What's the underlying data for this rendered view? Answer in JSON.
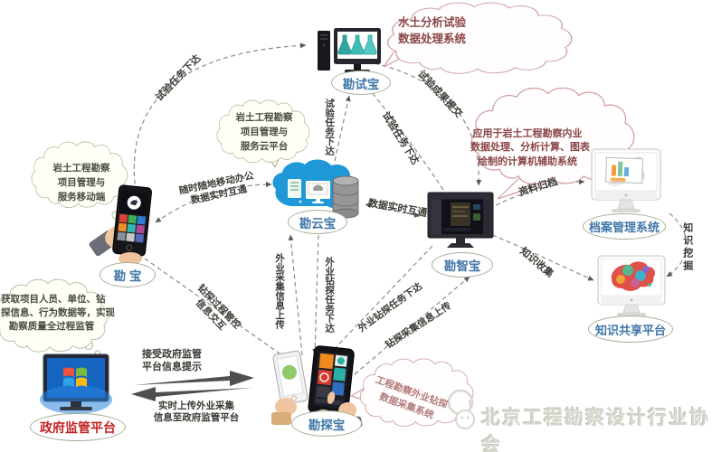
{
  "colors": {
    "cloud_blue": "#1f98d8",
    "node_label_text": "#4077a8",
    "gov_label_text": "#c42323",
    "cream_callout_stroke": "#b4ba9e",
    "rose_callout_stroke": "#d0a0a0",
    "edge_gray": "#8c8c8c",
    "logo_gray": "#d6d6cc"
  },
  "nodes": {
    "kanshibao": "勘试宝",
    "kanyunbao": "勘云宝",
    "kanzhibao": "勘智宝",
    "kantanbao": "勘探宝",
    "kanbao": "勘 宝",
    "gov": "政府监管平台",
    "archive": "档案管理系统",
    "knowledge": "知识共享平台"
  },
  "callouts": {
    "soil_test": [
      "水土分析试验",
      "数据处理系统"
    ],
    "cloud_platform": [
      "岩土工程勘察",
      "项目管理与",
      "服务云平台"
    ],
    "mobile_platform": [
      "岩土工程勘察",
      "项目管理与",
      "服务移动端"
    ],
    "gov_platform": [
      "获取项目人员、单位、钻",
      "探信息、行为数据等，实现",
      "勘察质量全过程监管"
    ],
    "kanzhibao_desc": [
      "应用于岩土工程勘察内业",
      "数据处理、分析计算、图表",
      "绘制的计算机辅助系统"
    ],
    "kantanbao_desc": [
      "工程勘察外业钻探",
      "数据采集系统"
    ]
  },
  "edges": {
    "test_task_mobile": "试验任务下达",
    "test_task_cloud": "试验任务下达",
    "test_task_kzb": "试验任务下达",
    "test_result_submit": "试验成果提交",
    "mobile_office": [
      "随时随地移动办公",
      "数据实时互通"
    ],
    "data_sync": "数据实时互通",
    "archive_filing": "资料归档",
    "knowledge_collect": "知识收集",
    "knowledge_mining": "知识挖掘",
    "field_upload": "外业采集信息上传",
    "field_task": "外业钻探任务下达",
    "field_task2": "外业钻探任务下达",
    "drill_upload": "钻探采集信息上传",
    "drill_control": [
      "钻探过程管控",
      "信息交互"
    ],
    "gov_notice": [
      "接受政府监管",
      "平台信息提示"
    ],
    "gov_upload": [
      "实时上传外业采集",
      "信息至政府监管平台"
    ]
  },
  "logo": {
    "text": "北京工程勘察设计行业协会"
  }
}
